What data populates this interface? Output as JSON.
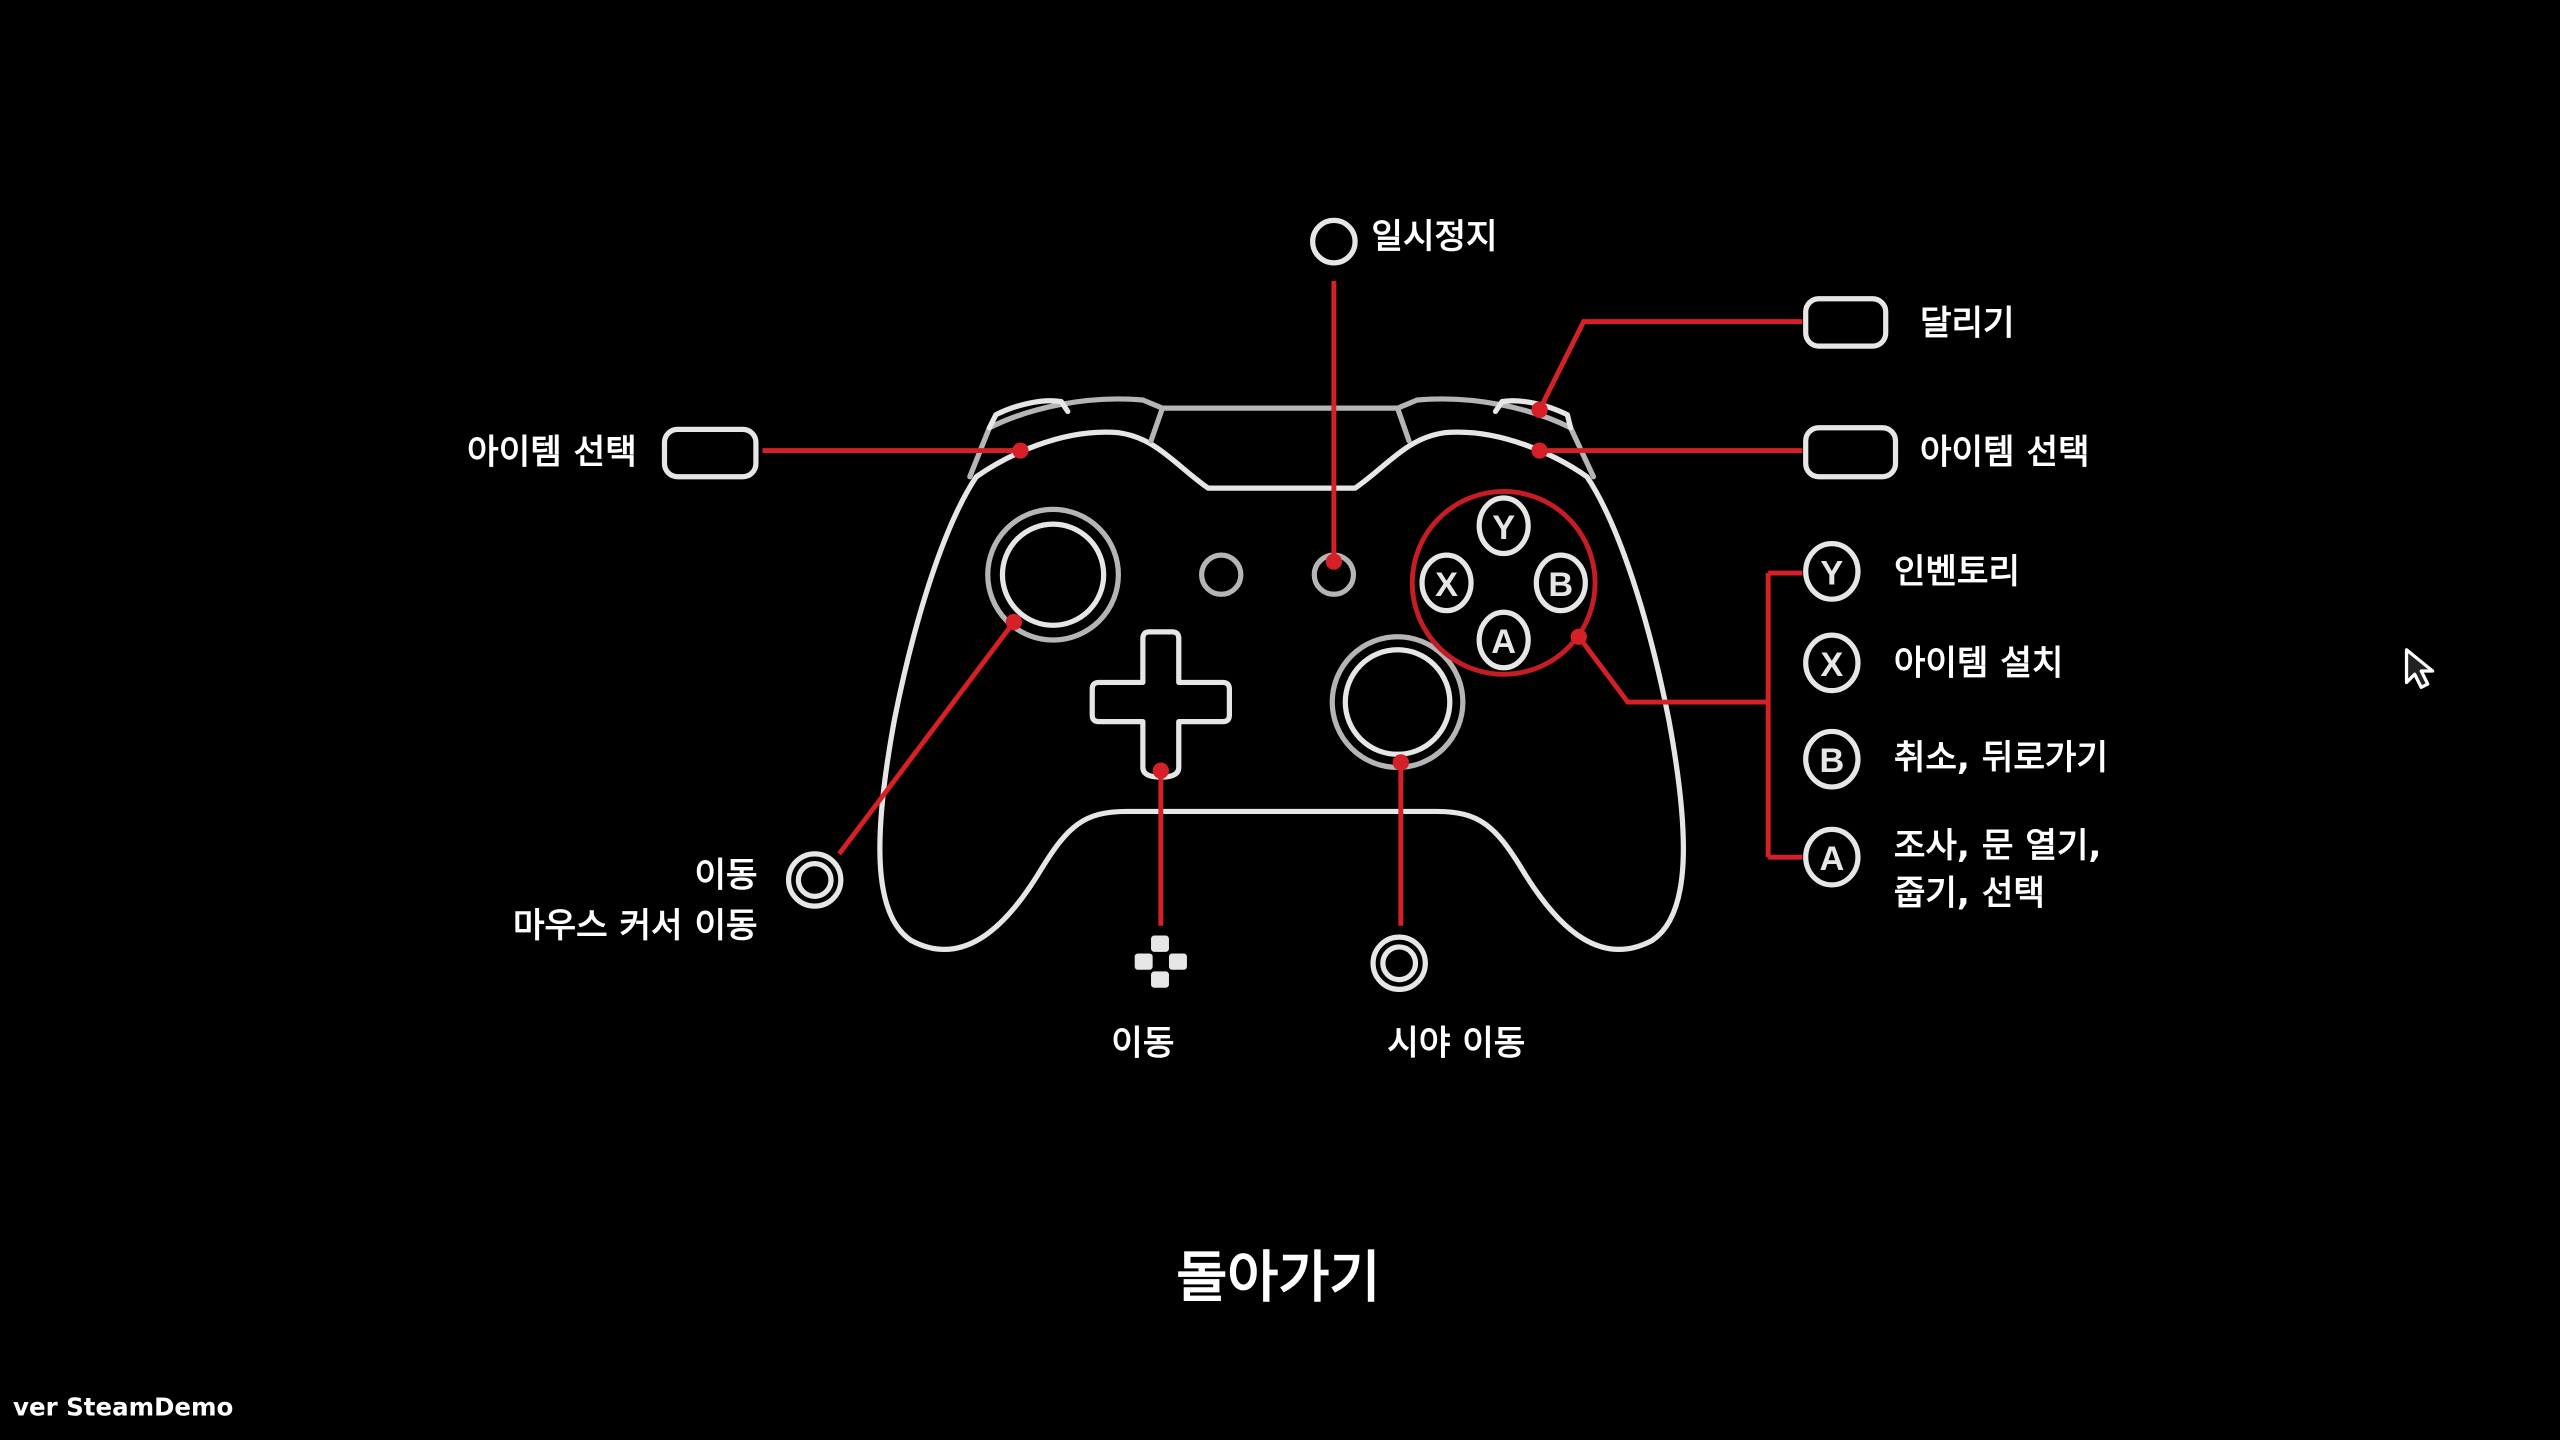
{
  "colors": {
    "background": "#000000",
    "accent": "#d42026",
    "outline": "#e6e6e6"
  },
  "labels": {
    "pause": "일시정지",
    "run": "달리기",
    "item_select_right": "아이템 선택",
    "item_select_left": "아이템 선택",
    "move_left_stick_1": "이동",
    "move_left_stick_2": "마우스 커서 이동",
    "move_dpad": "이동",
    "look": "시야 이동",
    "y_action": "인벤토리",
    "x_action": "아이템 설치",
    "b_action": "취소, 뒤로가기",
    "a_action_1": "조사, 문 열기,",
    "a_action_2": "줍기, 선택"
  },
  "face_buttons": {
    "y": "Y",
    "x": "X",
    "b": "B",
    "a": "A"
  },
  "back_button": "돌아가기",
  "version": "ver SteamDemo",
  "icons": [
    "menu-button-icon",
    "bumper-icon",
    "trigger-icon",
    "left-stick-icon",
    "dpad-icon",
    "right-stick-icon",
    "face-button-icon",
    "mouse-cursor-icon"
  ]
}
